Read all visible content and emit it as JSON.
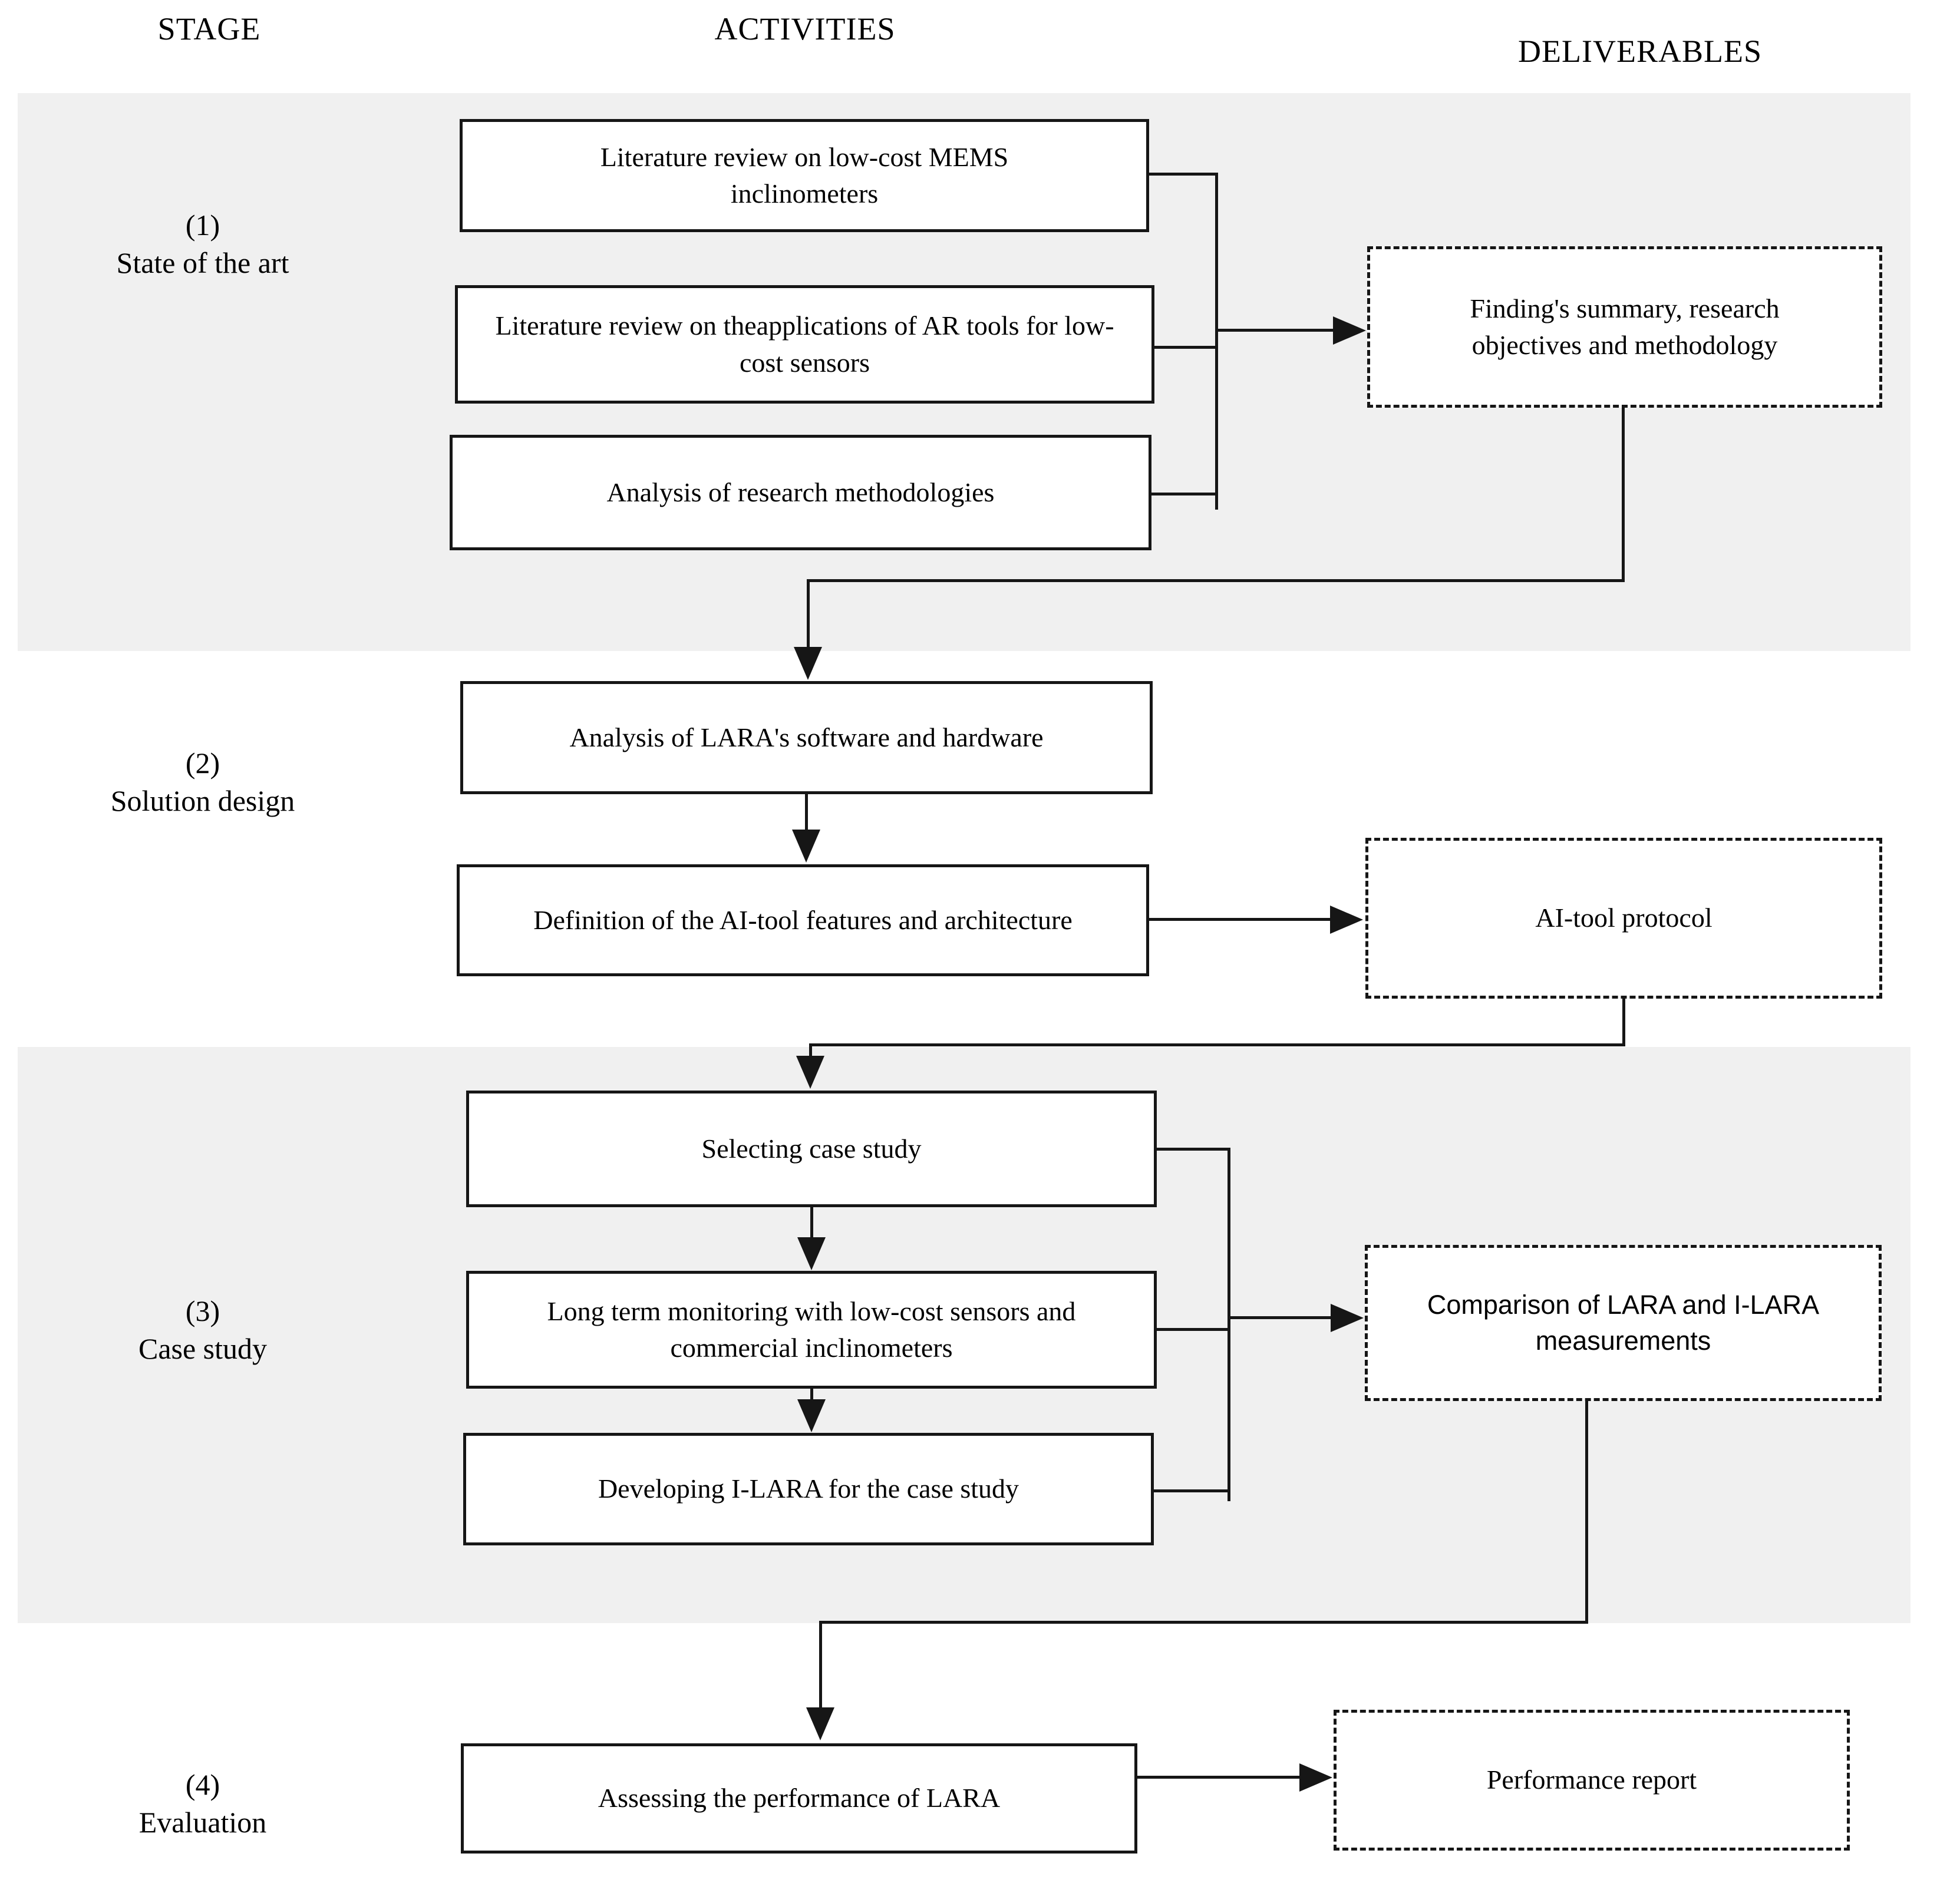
{
  "colors": {
    "band_gray": "#f0f0f0",
    "line_black": "#161616",
    "box_fill": "#ffffff",
    "text": "#000000"
  },
  "headers": {
    "stage": "STAGE",
    "activities": "ACTIVITIES",
    "deliverables": "DELIVERABLES"
  },
  "stages": [
    {
      "number": "(1)",
      "name": "State of the art"
    },
    {
      "number": "(2)",
      "name": "Solution design"
    },
    {
      "number": "(3)",
      "name": "Case study"
    },
    {
      "number": "(4)",
      "name": "Evaluation"
    }
  ],
  "activities": [
    {
      "text": "Literature review on low-cost MEMS inclinometers"
    },
    {
      "text": "Literature review on theapplications of AR tools for low-cost sensors"
    },
    {
      "text": "Analysis of research methodologies"
    },
    {
      "text": "Analysis of LARA's software and hardware"
    },
    {
      "text": "Definition of the AI-tool features and architecture"
    },
    {
      "text": "Selecting case study"
    },
    {
      "text": "Long term monitoring with low-cost sensors and commercial inclinometers"
    },
    {
      "text": "Developing I-LARA for the case study"
    },
    {
      "text": "Assessing the performance of LARA"
    }
  ],
  "deliverables": [
    {
      "text": "Finding's summary, research objectives and methodology"
    },
    {
      "text": "AI-tool protocol"
    },
    {
      "text": "Comparison of LARA and I-LARA measurements"
    },
    {
      "text": "Performance report"
    }
  ]
}
